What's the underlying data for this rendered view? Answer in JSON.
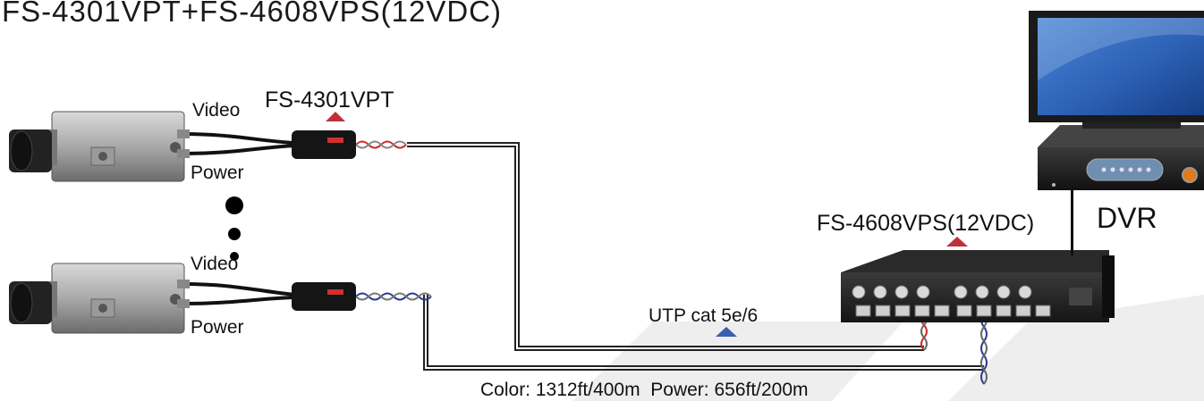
{
  "title": "FS-4301VPT+FS-4608VPS(12VDC)",
  "labels": {
    "video_top": "Video",
    "power_top": "Power",
    "video_bottom": "Video",
    "power_bottom": "Power",
    "transmitter_model": "FS-4301VPT",
    "receiver_model": "FS-4608VPS(12VDC)",
    "dvr": "DVR",
    "cable_type": "UTP cat 5e/6",
    "distance_spec": "Color: 1312ft/400m  Power: 656ft/200m"
  },
  "colors": {
    "marker_red": "#c0303a",
    "marker_blue": "#3a5fb0",
    "twist_red": "#d02828",
    "twist_blue": "#2a3a9a",
    "device_black": "#1c1c1c",
    "watermark": "#ececec"
  },
  "icons": [
    "camera-icon",
    "balun-icon",
    "video-receiver-icon",
    "dvr-icon",
    "monitor-icon"
  ]
}
